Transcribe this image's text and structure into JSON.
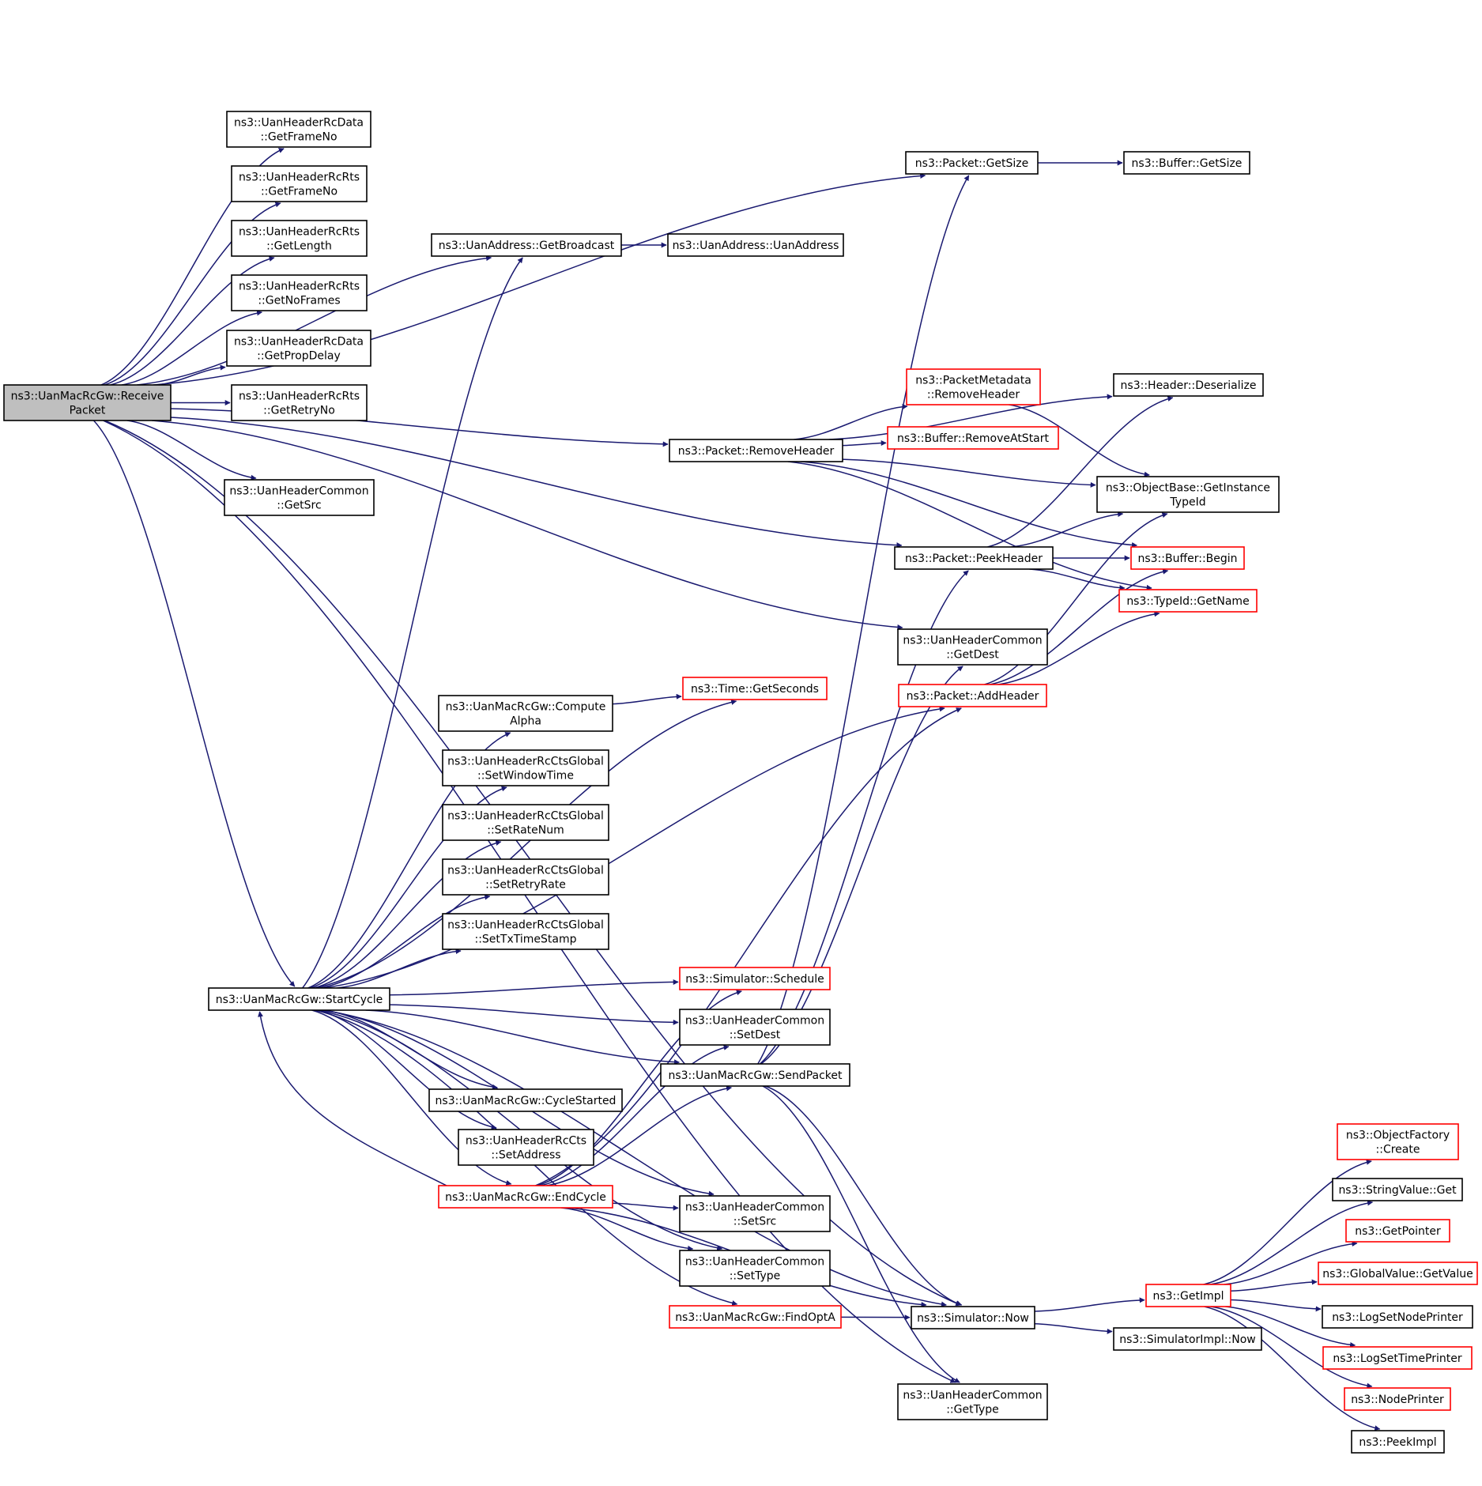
{
  "colors": {
    "edge": "#191970",
    "normal_border": "#000000",
    "linked_border": "#ff0000",
    "root_fill": "#bfbfbf",
    "node_fill": "#ffffff"
  },
  "nodes": [
    {
      "id": "root",
      "lines": [
        "ns3::UanMacRcGw::Receive",
        "Packet"
      ],
      "style": "root"
    },
    {
      "id": "rcdata_frameno",
      "lines": [
        "ns3::UanHeaderRcData",
        "::GetFrameNo"
      ],
      "style": "normal"
    },
    {
      "id": "rcrts_frameno",
      "lines": [
        "ns3::UanHeaderRcRts",
        "::GetFrameNo"
      ],
      "style": "normal"
    },
    {
      "id": "rcrts_length",
      "lines": [
        "ns3::UanHeaderRcRts",
        "::GetLength"
      ],
      "style": "normal"
    },
    {
      "id": "rcrts_noframes",
      "lines": [
        "ns3::UanHeaderRcRts",
        "::GetNoFrames"
      ],
      "style": "normal"
    },
    {
      "id": "rcdata_propdelay",
      "lines": [
        "ns3::UanHeaderRcData",
        "::GetPropDelay"
      ],
      "style": "normal"
    },
    {
      "id": "rcrts_retryno",
      "lines": [
        "ns3::UanHeaderRcRts",
        "::GetRetryNo"
      ],
      "style": "normal"
    },
    {
      "id": "common_getsrc",
      "lines": [
        "ns3::UanHeaderCommon",
        "::GetSrc"
      ],
      "style": "normal"
    },
    {
      "id": "startcycle",
      "lines": [
        "ns3::UanMacRcGw::StartCycle"
      ],
      "style": "normal"
    },
    {
      "id": "getbroadcast",
      "lines": [
        "ns3::UanAddress::GetBroadcast"
      ],
      "style": "normal"
    },
    {
      "id": "uanaddress",
      "lines": [
        "ns3::UanAddress::UanAddress"
      ],
      "style": "normal"
    },
    {
      "id": "computealpha",
      "lines": [
        "ns3::UanMacRcGw::Compute",
        "Alpha"
      ],
      "style": "normal"
    },
    {
      "id": "setwindowtime",
      "lines": [
        "ns3::UanHeaderRcCtsGlobal",
        "::SetWindowTime"
      ],
      "style": "normal"
    },
    {
      "id": "setratenum",
      "lines": [
        "ns3::UanHeaderRcCtsGlobal",
        "::SetRateNum"
      ],
      "style": "normal"
    },
    {
      "id": "setretryrate",
      "lines": [
        "ns3::UanHeaderRcCtsGlobal",
        "::SetRetryRate"
      ],
      "style": "normal"
    },
    {
      "id": "settxtimestamp",
      "lines": [
        "ns3::UanHeaderRcCtsGlobal",
        "::SetTxTimeStamp"
      ],
      "style": "normal"
    },
    {
      "id": "cyclestarted",
      "lines": [
        "ns3::UanMacRcGw::CycleStarted"
      ],
      "style": "normal"
    },
    {
      "id": "setaddress",
      "lines": [
        "ns3::UanHeaderRcCts",
        "::SetAddress"
      ],
      "style": "normal"
    },
    {
      "id": "endcycle",
      "lines": [
        "ns3::UanMacRcGw::EndCycle"
      ],
      "style": "linked"
    },
    {
      "id": "time_getseconds",
      "lines": [
        "ns3::Time::GetSeconds"
      ],
      "style": "linked"
    },
    {
      "id": "schedule",
      "lines": [
        "ns3::Simulator::Schedule"
      ],
      "style": "linked"
    },
    {
      "id": "common_setdest",
      "lines": [
        "ns3::UanHeaderCommon",
        "::SetDest"
      ],
      "style": "normal"
    },
    {
      "id": "sendpacket",
      "lines": [
        "ns3::UanMacRcGw::SendPacket"
      ],
      "style": "normal"
    },
    {
      "id": "common_setsrc",
      "lines": [
        "ns3::UanHeaderCommon",
        "::SetSrc"
      ],
      "style": "normal"
    },
    {
      "id": "common_settype",
      "lines": [
        "ns3::UanHeaderCommon",
        "::SetType"
      ],
      "style": "normal"
    },
    {
      "id": "findopta",
      "lines": [
        "ns3::UanMacRcGw::FindOptA"
      ],
      "style": "linked"
    },
    {
      "id": "packet_getsize",
      "lines": [
        "ns3::Packet::GetSize"
      ],
      "style": "normal"
    },
    {
      "id": "buffer_getsize",
      "lines": [
        "ns3::Buffer::GetSize"
      ],
      "style": "normal"
    },
    {
      "id": "packet_removeheader",
      "lines": [
        "ns3::Packet::RemoveHeader"
      ],
      "style": "normal"
    },
    {
      "id": "meta_removeheader",
      "lines": [
        "ns3::PacketMetadata",
        "::RemoveHeader"
      ],
      "style": "linked"
    },
    {
      "id": "buffer_removeatstart",
      "lines": [
        "ns3::Buffer::RemoveAtStart"
      ],
      "style": "linked"
    },
    {
      "id": "header_deserialize",
      "lines": [
        "ns3::Header::Deserialize"
      ],
      "style": "normal"
    },
    {
      "id": "getinstancetypeid",
      "lines": [
        "ns3::ObjectBase::GetInstance",
        "TypeId"
      ],
      "style": "normal"
    },
    {
      "id": "packet_peekheader",
      "lines": [
        "ns3::Packet::PeekHeader"
      ],
      "style": "normal"
    },
    {
      "id": "buffer_begin",
      "lines": [
        "ns3::Buffer::Begin"
      ],
      "style": "linked"
    },
    {
      "id": "typeid_getname",
      "lines": [
        "ns3::TypeId::GetName"
      ],
      "style": "linked"
    },
    {
      "id": "common_getdest",
      "lines": [
        "ns3::UanHeaderCommon",
        "::GetDest"
      ],
      "style": "normal"
    },
    {
      "id": "packet_addheader",
      "lines": [
        "ns3::Packet::AddHeader"
      ],
      "style": "linked"
    },
    {
      "id": "simulator_now",
      "lines": [
        "ns3::Simulator::Now"
      ],
      "style": "normal"
    },
    {
      "id": "simimpl_now",
      "lines": [
        "ns3::SimulatorImpl::Now"
      ],
      "style": "normal"
    },
    {
      "id": "common_gettype",
      "lines": [
        "ns3::UanHeaderCommon",
        "::GetType"
      ],
      "style": "normal"
    },
    {
      "id": "getimpl",
      "lines": [
        "ns3::GetImpl"
      ],
      "style": "linked"
    },
    {
      "id": "objectfactory_create",
      "lines": [
        "ns3::ObjectFactory",
        "::Create"
      ],
      "style": "linked"
    },
    {
      "id": "stringvalue_get",
      "lines": [
        "ns3::StringValue::Get"
      ],
      "style": "normal"
    },
    {
      "id": "getpointer",
      "lines": [
        "ns3::GetPointer"
      ],
      "style": "linked"
    },
    {
      "id": "globalvalue_getvalue",
      "lines": [
        "ns3::GlobalValue::GetValue"
      ],
      "style": "linked"
    },
    {
      "id": "logsetnodeprinter",
      "lines": [
        "ns3::LogSetNodePrinter"
      ],
      "style": "normal"
    },
    {
      "id": "logsettimeprinter",
      "lines": [
        "ns3::LogSetTimePrinter"
      ],
      "style": "linked"
    },
    {
      "id": "nodeprinter",
      "lines": [
        "ns3::NodePrinter"
      ],
      "style": "linked"
    },
    {
      "id": "peekimpl",
      "lines": [
        "ns3::PeekImpl"
      ],
      "style": "normal"
    }
  ],
  "edges": [
    [
      "root",
      "rcdata_frameno"
    ],
    [
      "root",
      "rcrts_frameno"
    ],
    [
      "root",
      "rcrts_length"
    ],
    [
      "root",
      "rcrts_noframes"
    ],
    [
      "root",
      "rcdata_propdelay"
    ],
    [
      "root",
      "rcrts_retryno"
    ],
    [
      "root",
      "common_getsrc"
    ],
    [
      "root",
      "packet_getsize"
    ],
    [
      "root",
      "getbroadcast"
    ],
    [
      "root",
      "packet_removeheader"
    ],
    [
      "root",
      "packet_peekheader"
    ],
    [
      "root",
      "common_getdest"
    ],
    [
      "root",
      "startcycle"
    ],
    [
      "root",
      "simulator_now"
    ],
    [
      "root",
      "common_gettype"
    ],
    [
      "getbroadcast",
      "uanaddress"
    ],
    [
      "packet_getsize",
      "buffer_getsize"
    ],
    [
      "packet_removeheader",
      "header_deserialize"
    ],
    [
      "packet_removeheader",
      "meta_removeheader"
    ],
    [
      "packet_removeheader",
      "buffer_removeatstart"
    ],
    [
      "packet_removeheader",
      "getinstancetypeid"
    ],
    [
      "packet_removeheader",
      "buffer_begin"
    ],
    [
      "packet_removeheader",
      "typeid_getname"
    ],
    [
      "meta_removeheader",
      "getinstancetypeid"
    ],
    [
      "packet_peekheader",
      "header_deserialize"
    ],
    [
      "packet_peekheader",
      "getinstancetypeid"
    ],
    [
      "packet_peekheader",
      "buffer_begin"
    ],
    [
      "packet_peekheader",
      "typeid_getname"
    ],
    [
      "packet_addheader",
      "getinstancetypeid"
    ],
    [
      "packet_addheader",
      "buffer_begin"
    ],
    [
      "packet_addheader",
      "typeid_getname"
    ],
    [
      "startcycle",
      "getbroadcast"
    ],
    [
      "startcycle",
      "packet_addheader"
    ],
    [
      "startcycle",
      "time_getseconds"
    ],
    [
      "startcycle",
      "computealpha"
    ],
    [
      "startcycle",
      "setwindowtime"
    ],
    [
      "startcycle",
      "setratenum"
    ],
    [
      "startcycle",
      "setretryrate"
    ],
    [
      "startcycle",
      "settxtimestamp"
    ],
    [
      "startcycle",
      "schedule"
    ],
    [
      "startcycle",
      "common_setdest"
    ],
    [
      "startcycle",
      "sendpacket"
    ],
    [
      "startcycle",
      "cyclestarted"
    ],
    [
      "startcycle",
      "setaddress"
    ],
    [
      "startcycle",
      "endcycle"
    ],
    [
      "startcycle",
      "common_setsrc"
    ],
    [
      "startcycle",
      "common_settype"
    ],
    [
      "startcycle",
      "findopta"
    ],
    [
      "startcycle",
      "simulator_now"
    ],
    [
      "computealpha",
      "time_getseconds"
    ],
    [
      "endcycle",
      "schedule"
    ],
    [
      "endcycle",
      "common_setdest"
    ],
    [
      "endcycle",
      "sendpacket"
    ],
    [
      "endcycle",
      "startcycle"
    ],
    [
      "endcycle",
      "common_setsrc"
    ],
    [
      "endcycle",
      "common_settype"
    ],
    [
      "endcycle",
      "packet_addheader"
    ],
    [
      "endcycle",
      "simulator_now"
    ],
    [
      "sendpacket",
      "packet_getsize"
    ],
    [
      "sendpacket",
      "packet_peekheader"
    ],
    [
      "sendpacket",
      "common_getdest"
    ],
    [
      "sendpacket",
      "simulator_now"
    ],
    [
      "sendpacket",
      "common_gettype"
    ],
    [
      "findopta",
      "simulator_now"
    ],
    [
      "simulator_now",
      "getimpl"
    ],
    [
      "simulator_now",
      "simimpl_now"
    ],
    [
      "getimpl",
      "objectfactory_create"
    ],
    [
      "getimpl",
      "stringvalue_get"
    ],
    [
      "getimpl",
      "getpointer"
    ],
    [
      "getimpl",
      "globalvalue_getvalue"
    ],
    [
      "getimpl",
      "logsetnodeprinter"
    ],
    [
      "getimpl",
      "logsettimeprinter"
    ],
    [
      "getimpl",
      "nodeprinter"
    ],
    [
      "getimpl",
      "peekimpl"
    ]
  ]
}
